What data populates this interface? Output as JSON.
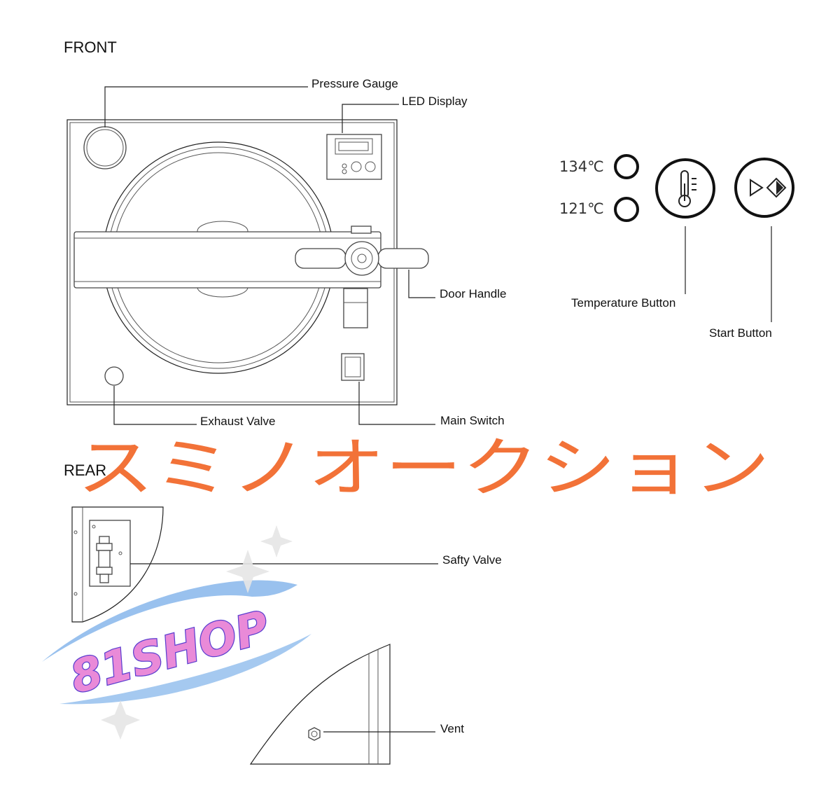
{
  "sections": {
    "front": "FRONT",
    "rear": "REAR"
  },
  "labels": {
    "pressure_gauge": "Pressure Gauge",
    "led_display": "LED Display",
    "door_handle": "Door Handle",
    "exhaust_valve": "Exhaust Valve",
    "main_switch": "Main Switch",
    "temperature_button": "Temperature Button",
    "start_button": "Start Button",
    "safety_valve": "Safty Valve",
    "vent": "Vent"
  },
  "panel": {
    "temp_high": "134℃",
    "temp_low": "121℃"
  },
  "watermark": {
    "japanese": "スミノオークション",
    "shop": "81SHOP"
  },
  "colors": {
    "line": "#222222",
    "watermark_orange": "#f26b2e",
    "watermark_pink": "#e98ad8",
    "watermark_purple": "#5b3fd0",
    "watermark_swoosh": "#7fb2ea"
  }
}
